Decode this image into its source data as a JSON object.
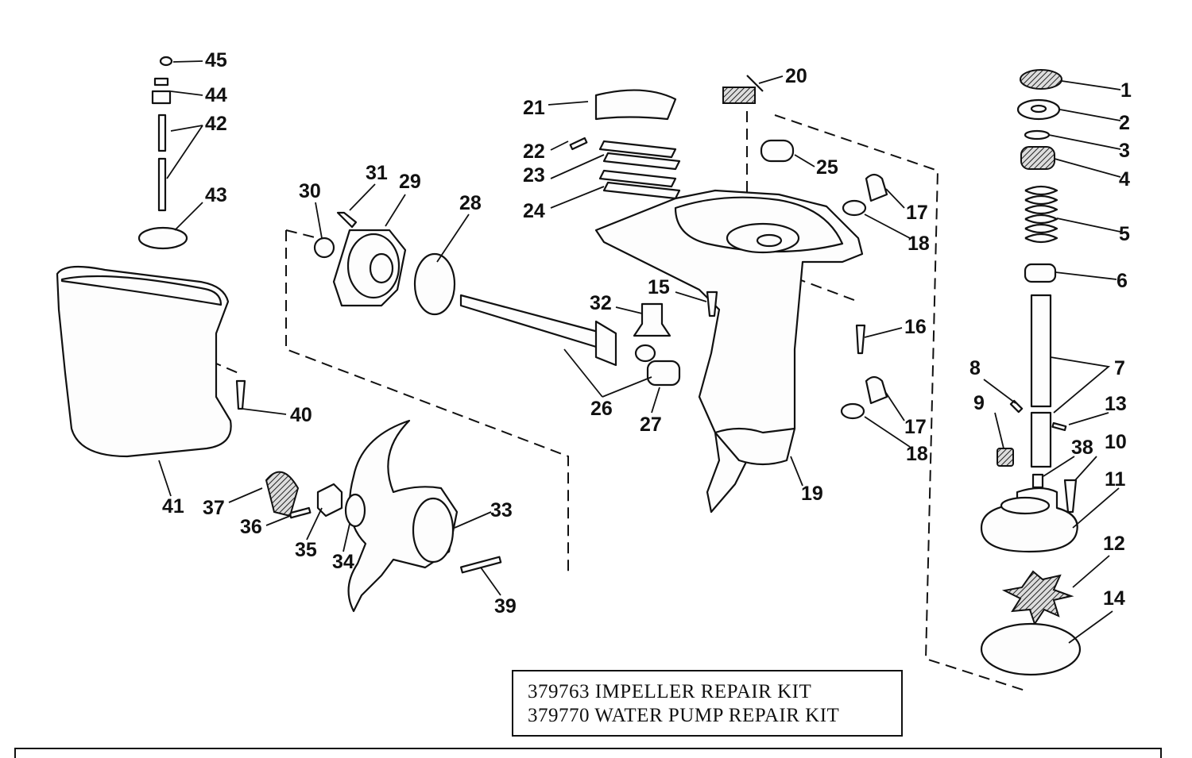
{
  "callouts": [
    {
      "num": "1"
    },
    {
      "num": "2"
    },
    {
      "num": "3"
    },
    {
      "num": "4"
    },
    {
      "num": "5"
    },
    {
      "num": "6"
    },
    {
      "num": "7"
    },
    {
      "num": "8"
    },
    {
      "num": "9"
    },
    {
      "num": "10"
    },
    {
      "num": "11"
    },
    {
      "num": "12"
    },
    {
      "num": "13"
    },
    {
      "num": "14"
    },
    {
      "num": "15"
    },
    {
      "num": "16"
    },
    {
      "num": "17"
    },
    {
      "num": "17"
    },
    {
      "num": "18"
    },
    {
      "num": "18"
    },
    {
      "num": "19"
    },
    {
      "num": "20"
    },
    {
      "num": "21"
    },
    {
      "num": "22"
    },
    {
      "num": "23"
    },
    {
      "num": "24"
    },
    {
      "num": "25"
    },
    {
      "num": "26"
    },
    {
      "num": "27"
    },
    {
      "num": "28"
    },
    {
      "num": "29"
    },
    {
      "num": "30"
    },
    {
      "num": "31"
    },
    {
      "num": "32"
    },
    {
      "num": "33"
    },
    {
      "num": "34"
    },
    {
      "num": "35"
    },
    {
      "num": "36"
    },
    {
      "num": "37"
    },
    {
      "num": "38"
    },
    {
      "num": "39"
    },
    {
      "num": "40"
    },
    {
      "num": "41"
    },
    {
      "num": "42"
    },
    {
      "num": "43"
    },
    {
      "num": "44"
    },
    {
      "num": "45"
    }
  ],
  "kit_box": {
    "line1": "379763 IMPELLER REPAIR KIT",
    "line2": "379770 WATER PUMP REPAIR KIT"
  }
}
